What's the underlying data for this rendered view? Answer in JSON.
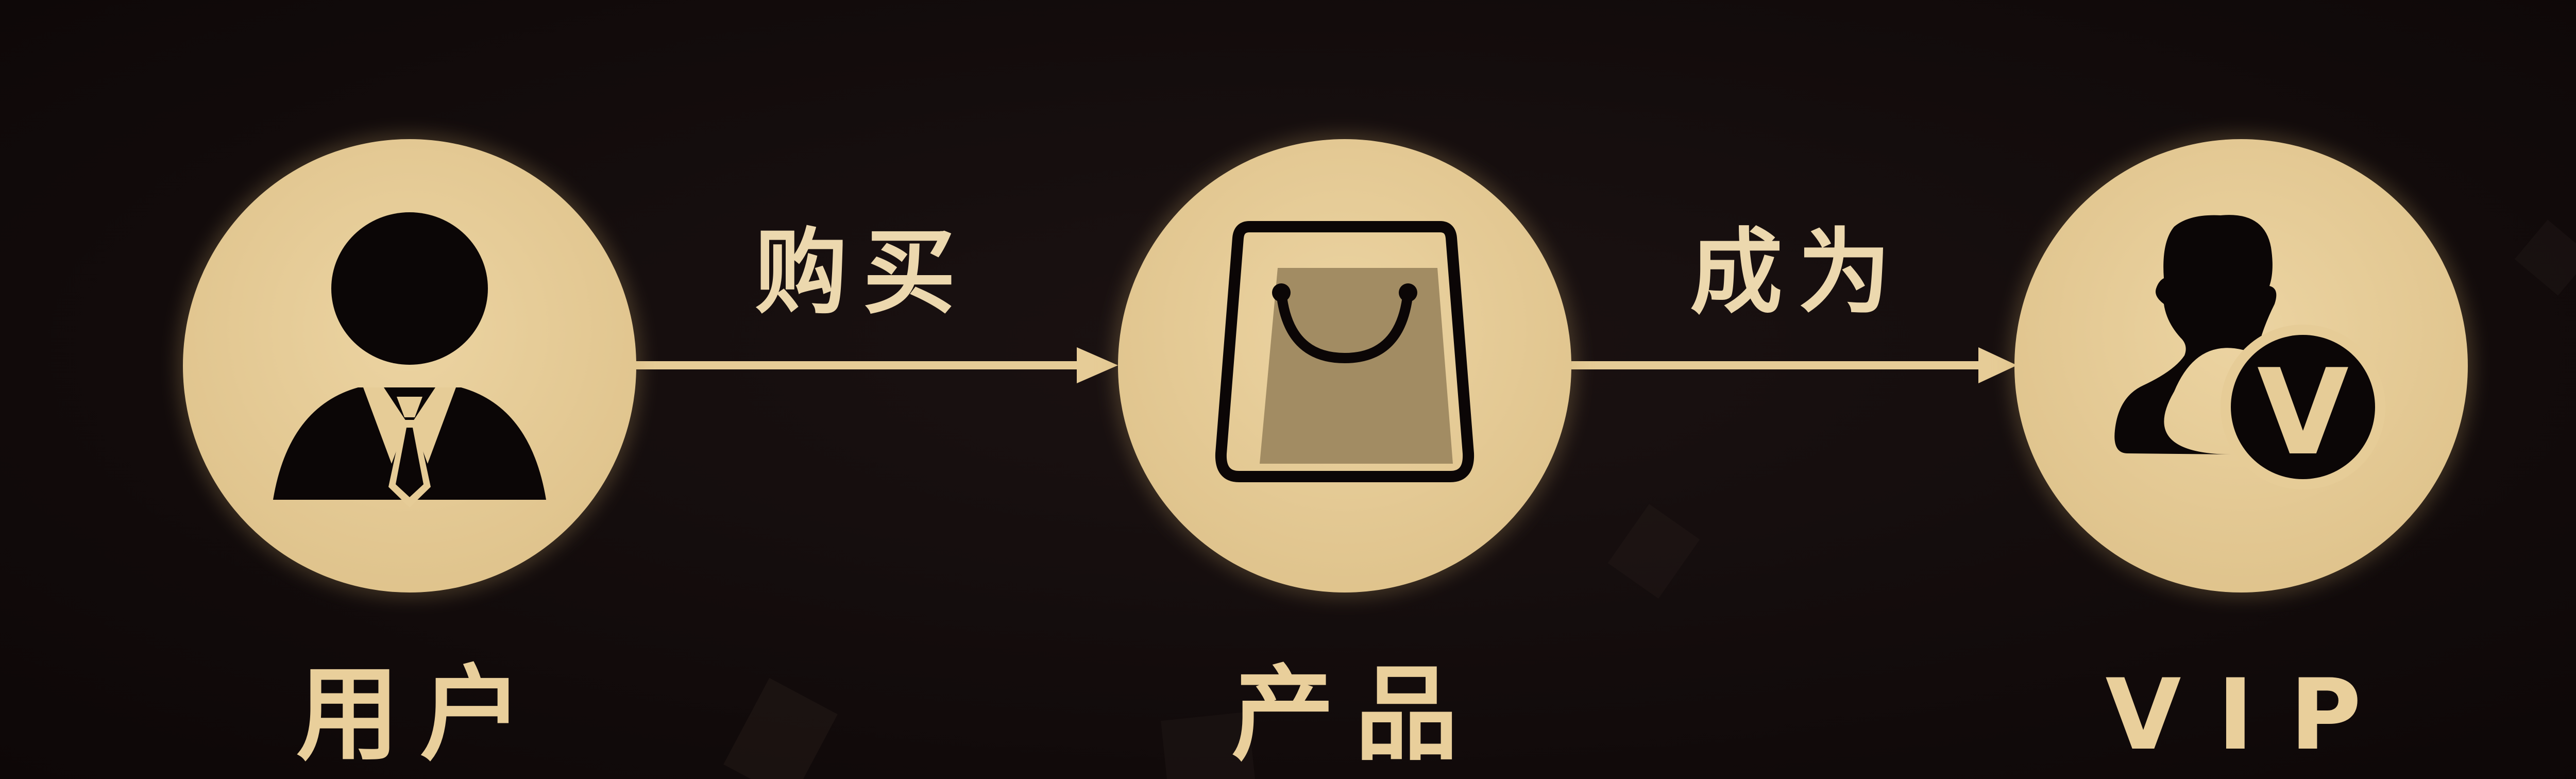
{
  "nodes": [
    {
      "label": "用户",
      "icon": "user-icon"
    },
    {
      "label": "产品",
      "icon": "shopping-bag-icon"
    },
    {
      "label": "VIP",
      "icon": "vip-user-icon"
    }
  ],
  "edges": [
    {
      "from": "用户",
      "to": "产品",
      "label": "购买"
    },
    {
      "from": "产品",
      "to": "VIP",
      "label": "成为"
    }
  ],
  "colors": {
    "background": "#120b0b",
    "circle_fill": "#e6cc97",
    "icon": "#0b0606",
    "text": "#e9cf9b",
    "arrow": "#e6cc97",
    "bag_fill": "#a28c63"
  },
  "badge": "V"
}
